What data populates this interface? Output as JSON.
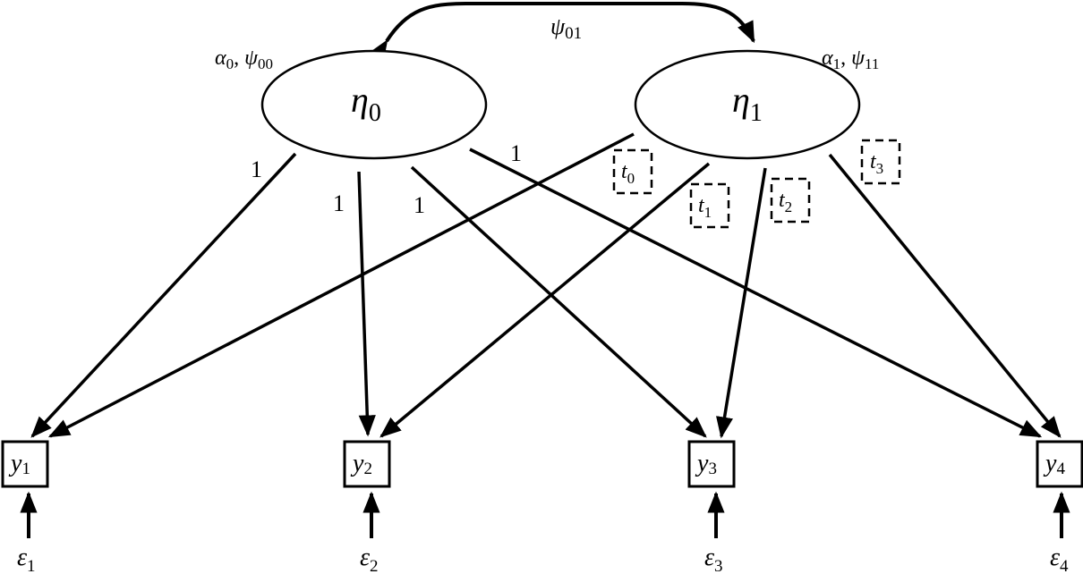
{
  "diagram": {
    "type": "latent-growth-curve-path-diagram",
    "latent_factors": [
      {
        "id": "eta0",
        "symbol": "η",
        "subscript": "0",
        "params_symbol1": "α",
        "params_sub1": "0",
        "params_symbol2": "ψ",
        "params_sub2": "00"
      },
      {
        "id": "eta1",
        "symbol": "η",
        "subscript": "1",
        "params_symbol1": "α",
        "params_sub1": "1",
        "params_symbol2": "ψ",
        "params_sub2": "11"
      }
    ],
    "covariance": {
      "symbol": "ψ",
      "subscript": "01",
      "between": [
        "eta0",
        "eta1"
      ]
    },
    "observed": [
      {
        "id": "y1",
        "symbol": "y",
        "subscript": "1",
        "error_symbol": "ε",
        "error_sub": "1"
      },
      {
        "id": "y2",
        "symbol": "y",
        "subscript": "2",
        "error_symbol": "ε",
        "error_sub": "2"
      },
      {
        "id": "y3",
        "symbol": "y",
        "subscript": "3",
        "error_symbol": "ε",
        "error_sub": "3"
      },
      {
        "id": "y4",
        "symbol": "y",
        "subscript": "4",
        "error_symbol": "ε",
        "error_sub": "4"
      }
    ],
    "intercept_loadings": [
      {
        "to": "y1",
        "label": "1"
      },
      {
        "to": "y2",
        "label": "1"
      },
      {
        "to": "y3",
        "label": "1"
      },
      {
        "to": "y4",
        "label": "1"
      }
    ],
    "slope_loadings": [
      {
        "to": "y1",
        "symbol": "t",
        "subscript": "0"
      },
      {
        "to": "y2",
        "symbol": "t",
        "subscript": "1"
      },
      {
        "to": "y3",
        "symbol": "t",
        "subscript": "2"
      },
      {
        "to": "y4",
        "symbol": "t",
        "subscript": "3"
      }
    ]
  }
}
